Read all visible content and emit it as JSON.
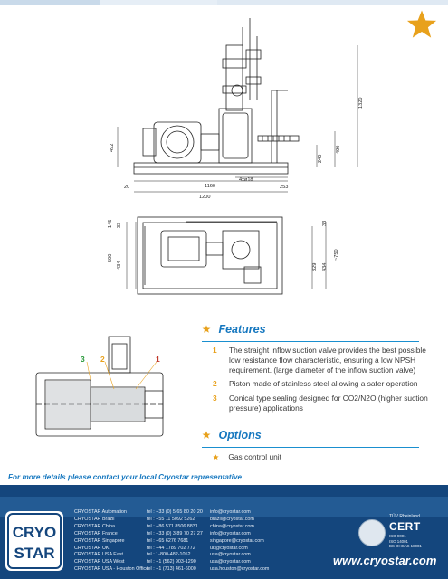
{
  "colors": {
    "accent_orange": "#e8a11c",
    "brand_blue": "#1577bf",
    "footer_navy": "#14467d"
  },
  "drawing": {
    "dims": {
      "side_height_total": "1320",
      "side_height_left": "492",
      "side_height_right": "490",
      "side_height_small": "240",
      "base_offset": "20",
      "inner_length": "1160",
      "overall_length": "1200",
      "hole_spec": "4xø18",
      "hole_offset": "253",
      "top_width": "500",
      "top_inner": "434",
      "top_left_a": "145",
      "top_left_b": "33",
      "top_right_a": "33",
      "top_right_b": "329",
      "top_right_c": "434",
      "top_right_total": "~750"
    },
    "callouts": [
      "3",
      "2",
      "1"
    ]
  },
  "features": {
    "title": "Features",
    "items": [
      {
        "num": "1",
        "text": "The straight inflow suction valve provides the best possible low resistance flow characteristic, ensuring a low NPSH requirement. (large diameter of the inflow suction valve)"
      },
      {
        "num": "2",
        "text": "Piston made of stainless steel allowing a safer operation"
      },
      {
        "num": "3",
        "text": "Conical type sealing designed for CO2/N2O (higher suction pressure) applications"
      }
    ]
  },
  "options": {
    "title": "Options",
    "items": [
      "Gas control unit"
    ]
  },
  "contact_line": "For more details please contact your local Cryostar representative",
  "logo": {
    "line1": "CRYO",
    "line2": "STAR"
  },
  "contacts": [
    {
      "name": "CRYOSTAR Automation",
      "tel": "tel : +33 (0) 5 65 80 20 20",
      "email": "info@cryostar.com"
    },
    {
      "name": "CRYOSTAR Brazil",
      "tel": "tel : +55 11 5092 5262",
      "email": "brazil@cryostar.com"
    },
    {
      "name": "CRYOSTAR China",
      "tel": "tel : +86 571 8506 8831",
      "email": "china@cryostar.com"
    },
    {
      "name": "CRYOSTAR France",
      "tel": "tel : +33 (0) 3 89 70 27 27",
      "email": "info@cryostar.com"
    },
    {
      "name": "CRYOSTAR Singapore",
      "tel": "tel : +65 6276 7681",
      "email": "singapore@cryostar.com"
    },
    {
      "name": "CRYOSTAR UK",
      "tel": "tel : +44 1789 702 772",
      "email": "uk@cryostar.com"
    },
    {
      "name": "CRYOSTAR USA East",
      "tel": "tel : 1-800-482-1052",
      "email": "usa@cryostar.com"
    },
    {
      "name": "CRYOSTAR USA West",
      "tel": "tel : +1 (562) 903-1290",
      "email": "usa@cryostar.com"
    },
    {
      "name": "CRYOSTAR USA - Houston Office",
      "tel": "tel : +1 (713) 461-6000",
      "email": "usa.houston@cryostar.com"
    }
  ],
  "cert": {
    "tuev": "TÜV Rheinland",
    "title": "CERT",
    "iso_lines": [
      "ISO 9001",
      "ISO 14001",
      "BS OHSAS 18001"
    ]
  },
  "website": "www.cryostar.com"
}
